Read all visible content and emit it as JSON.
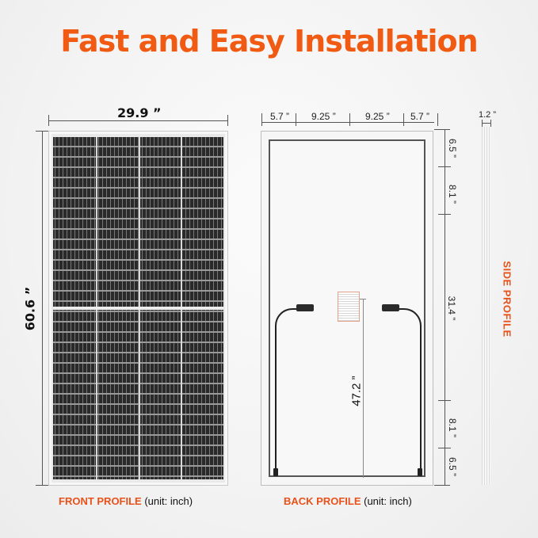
{
  "title": "Fast and Easy Installation",
  "colors": {
    "accent": "#f05a12",
    "background": "#f3f3f3",
    "cell": "#1c1c1c"
  },
  "front": {
    "width_label": "29.9 ”",
    "height_label": "60.6 ”",
    "caption_accent": "FRONT PROFILE",
    "caption_rest": "(unit: inch)",
    "cell_rows_per_half": 16,
    "cell_columns": 4
  },
  "back": {
    "top_dims": [
      "5.7 ”",
      "9.25 ”",
      "9.25 ”",
      "5.7 ”"
    ],
    "right_dims": [
      "6.5 ”",
      "8.1 ”",
      "31.4 ”",
      "8.1 ”",
      "6.5 ”"
    ],
    "cable_length_label": "47.2 ”",
    "caption_accent": "BACK PROFILE",
    "caption_rest": "(unit: inch)"
  },
  "side": {
    "thickness_label": "1.2 ”",
    "label": "SIDE PROFILE"
  }
}
